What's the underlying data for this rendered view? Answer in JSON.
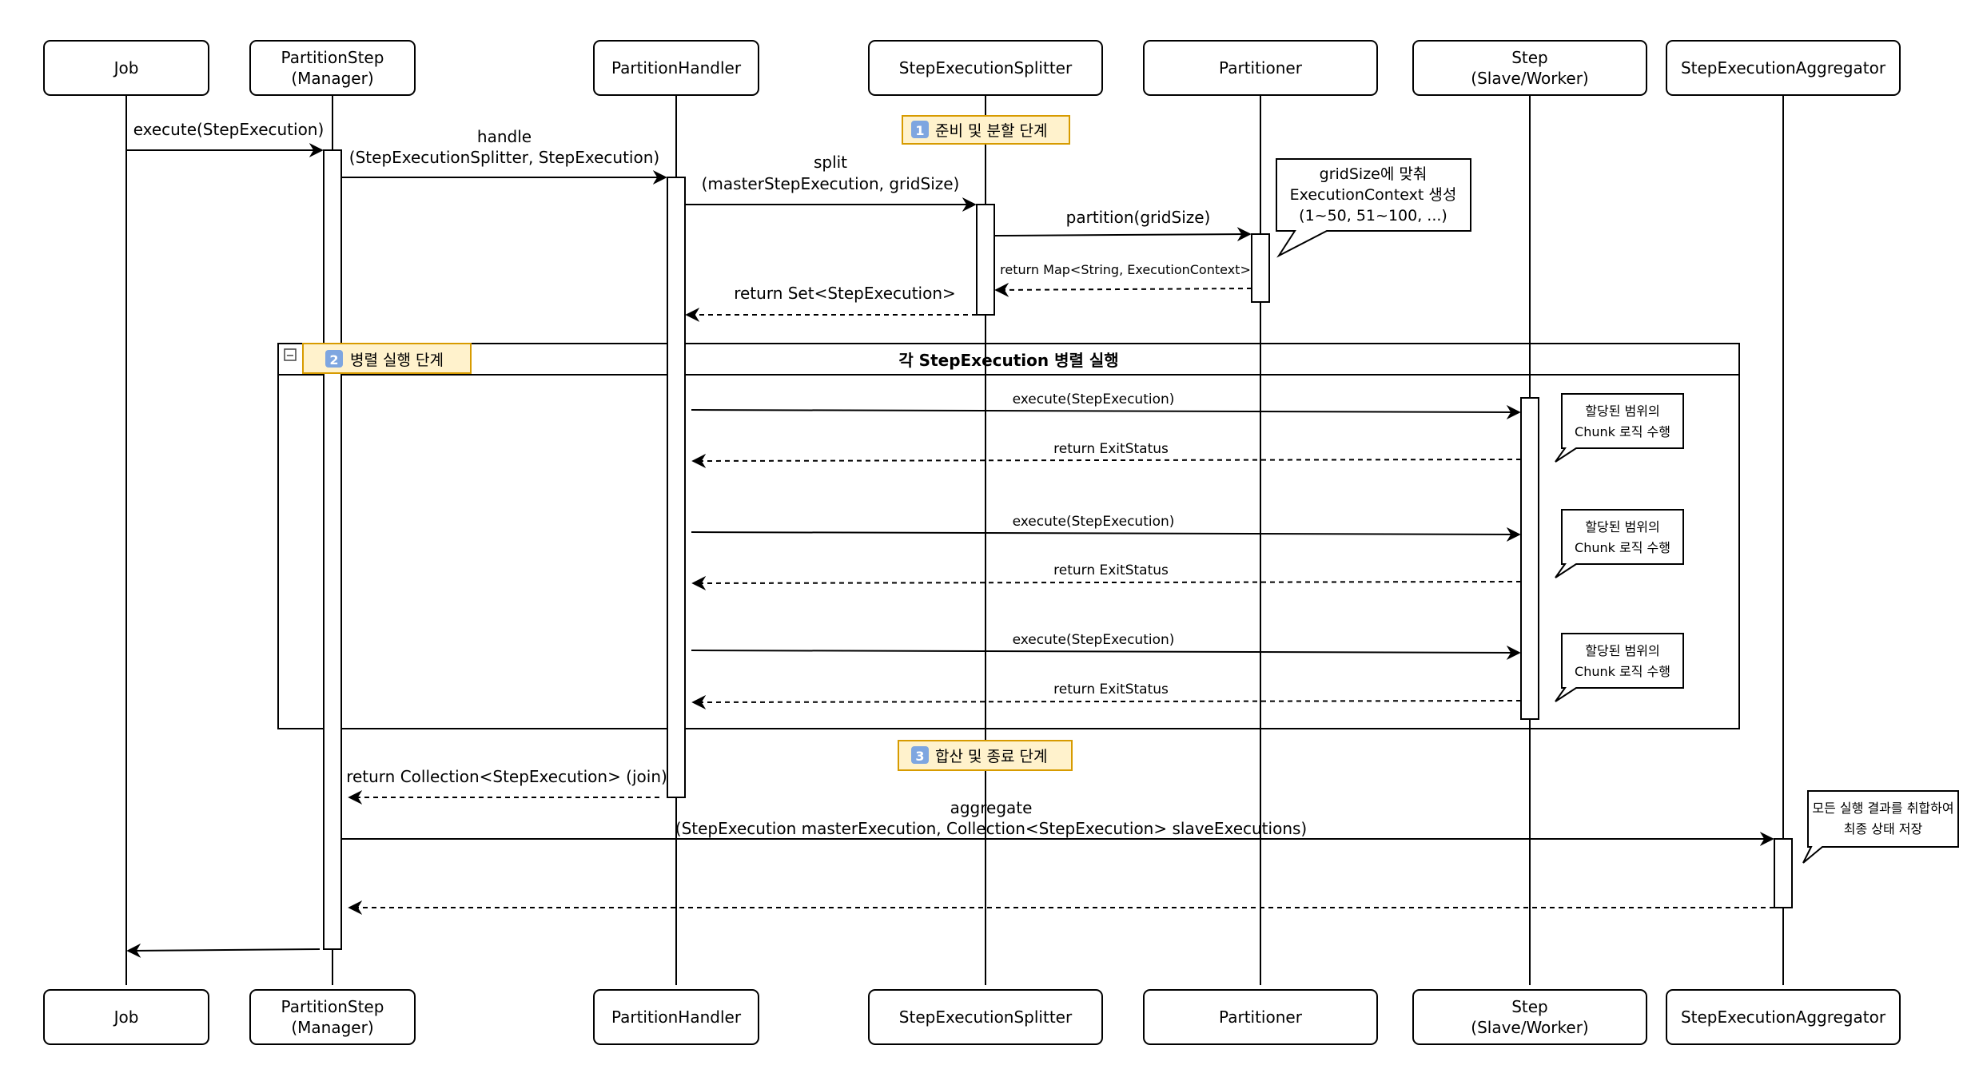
{
  "participants": [
    {
      "id": "job",
      "lines": [
        "Job"
      ]
    },
    {
      "id": "partition-step",
      "lines": [
        "PartitionStep",
        "(Manager)"
      ]
    },
    {
      "id": "partition-handler",
      "lines": [
        "PartitionHandler"
      ]
    },
    {
      "id": "step-execution-splitter",
      "lines": [
        "StepExecutionSplitter"
      ]
    },
    {
      "id": "partitioner",
      "lines": [
        "Partitioner"
      ]
    },
    {
      "id": "step",
      "lines": [
        "Step",
        "(Slave/Worker)"
      ]
    },
    {
      "id": "step-execution-aggregator",
      "lines": [
        "StepExecutionAggregator"
      ]
    }
  ],
  "messages": [
    {
      "id": "execute-job",
      "from": "job",
      "to": "partition-step",
      "kind": "call",
      "lines": [
        "execute(StepExecution)"
      ]
    },
    {
      "id": "handle",
      "from": "partition-step",
      "to": "partition-handler",
      "kind": "call",
      "lines": [
        "handle",
        "(StepExecutionSplitter, StepExecution)"
      ]
    },
    {
      "id": "split",
      "from": "partition-handler",
      "to": "step-execution-splitter",
      "kind": "call",
      "lines": [
        "split",
        "(masterStepExecution, gridSize)"
      ]
    },
    {
      "id": "partition",
      "from": "step-execution-splitter",
      "to": "partitioner",
      "kind": "call",
      "lines": [
        "partition(gridSize)"
      ]
    },
    {
      "id": "return-map",
      "from": "partitioner",
      "to": "step-execution-splitter",
      "kind": "return",
      "lines": [
        "return Map<String, ExecutionContext>"
      ]
    },
    {
      "id": "return-set",
      "from": "step-execution-splitter",
      "to": "partition-handler",
      "kind": "return",
      "lines": [
        "return Set<StepExecution>"
      ]
    },
    {
      "id": "execute-1",
      "from": "partition-handler",
      "to": "step",
      "kind": "call",
      "lines": [
        "execute(StepExecution)"
      ]
    },
    {
      "id": "return-exit-1",
      "from": "step",
      "to": "partition-handler",
      "kind": "return",
      "lines": [
        "return ExitStatus"
      ]
    },
    {
      "id": "execute-2",
      "from": "partition-handler",
      "to": "step",
      "kind": "call",
      "lines": [
        "execute(StepExecution)"
      ]
    },
    {
      "id": "return-exit-2",
      "from": "step",
      "to": "partition-handler",
      "kind": "return",
      "lines": [
        "return ExitStatus"
      ]
    },
    {
      "id": "execute-3",
      "from": "partition-handler",
      "to": "step",
      "kind": "call",
      "lines": [
        "execute(StepExecution)"
      ]
    },
    {
      "id": "return-exit-3",
      "from": "step",
      "to": "partition-handler",
      "kind": "return",
      "lines": [
        "return ExitStatus"
      ]
    },
    {
      "id": "return-collection",
      "from": "partition-handler",
      "to": "partition-step",
      "kind": "return",
      "lines": [
        "return Collection<StepExecution> (join)"
      ]
    },
    {
      "id": "aggregate",
      "from": "partition-step",
      "to": "step-execution-aggregator",
      "kind": "call",
      "lines": [
        "aggregate",
        "(StepExecution masterExecution, Collection<StepExecution> slaveExecutions)"
      ]
    },
    {
      "id": "return-aggregate",
      "from": "step-execution-aggregator",
      "to": "partition-step",
      "kind": "return",
      "lines": []
    },
    {
      "id": "return-job",
      "from": "partition-step",
      "to": "job",
      "kind": "call",
      "lines": []
    }
  ],
  "phases": [
    {
      "id": "phase-1",
      "badge": "1",
      "label": "준비 및 분할 단계"
    },
    {
      "id": "phase-2",
      "badge": "2",
      "label": "병렬 실행 단계"
    },
    {
      "id": "phase-3",
      "badge": "3",
      "label": "합산 및 종료 단계"
    }
  ],
  "fragment": {
    "title": "각 StepExecution 병렬 실행",
    "collapse_glyph": "−"
  },
  "notes": [
    {
      "id": "note-gridsize",
      "lines": [
        "gridSize에 맞춰",
        "ExecutionContext 생성",
        "(1~50, 51~100, ...)"
      ]
    },
    {
      "id": "note-chunk-1",
      "lines": [
        "할당된 범위의",
        "Chunk 로직 수행"
      ]
    },
    {
      "id": "note-chunk-2",
      "lines": [
        "할당된 범위의",
        "Chunk 로직 수행"
      ]
    },
    {
      "id": "note-chunk-3",
      "lines": [
        "할당된 범위의",
        "Chunk 로직 수행"
      ]
    },
    {
      "id": "note-aggregate",
      "lines": [
        "모든 실행 결과를 취합하여",
        "최종 상태 저장"
      ]
    }
  ],
  "colors": {
    "line": "#000000",
    "return_line": "#000000",
    "phase_fill": "#FFF2CC",
    "phase_stroke": "#D79B00",
    "badge_fill": "#7EA6E0",
    "badge_text": "#FFFFFF",
    "box_fill": "#FFFFFF"
  }
}
